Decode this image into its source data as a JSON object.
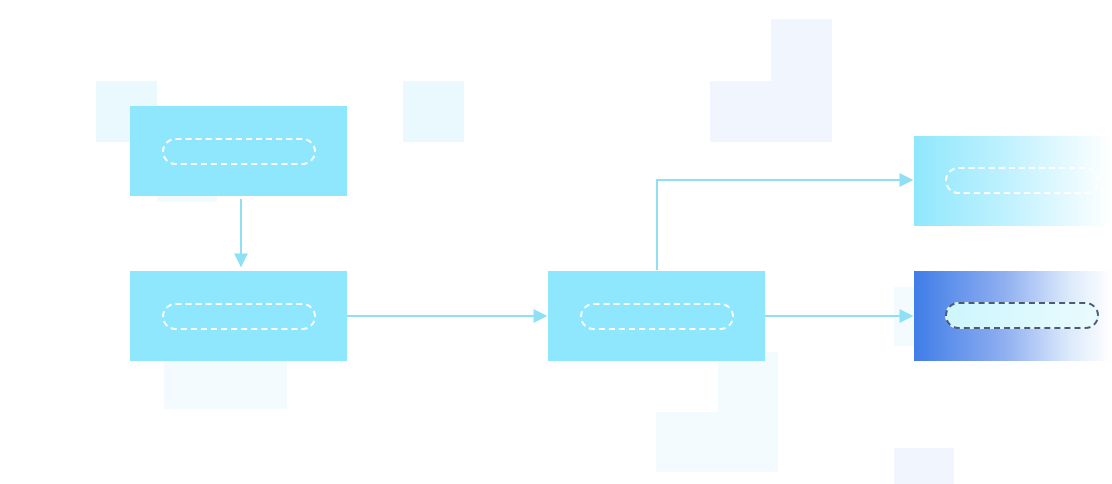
{
  "diagram": {
    "nodes": [
      {
        "id": "n1",
        "label": ""
      },
      {
        "id": "n2",
        "label": ""
      },
      {
        "id": "n3",
        "label": ""
      },
      {
        "id": "n4",
        "label": ""
      },
      {
        "id": "n5",
        "label": ""
      }
    ],
    "edges": [
      {
        "from": "n1",
        "to": "n2"
      },
      {
        "from": "n2",
        "to": "n3"
      },
      {
        "from": "n3",
        "to": "n4"
      },
      {
        "from": "n3",
        "to": "n5"
      }
    ],
    "colors": {
      "node_fill": "#8fe7fd",
      "connector": "#8fe0f5",
      "accent_blue": "#3f7de8",
      "placeholder_border": "#ffffff"
    }
  }
}
